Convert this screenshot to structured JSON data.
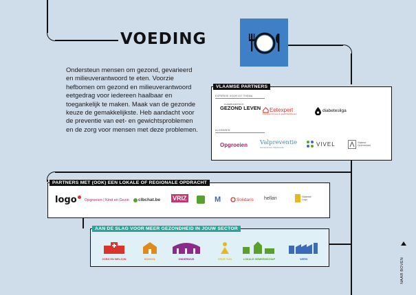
{
  "title": "VOEDING",
  "icon": "plate-fork-knife-icon",
  "intro": "Ondersteun mensen om gezond, gevarieerd en milieuverantwoord te eten. Voorzie hefbomen om gezond en milieuverantwoord eetgedrag voor iedereen haalbaar en toegankelijk te maken. Maak van de gezonde keuze de gemakkelijkste. Heb aandacht voor de preventie van eet- en gewichtsproblemen en de zorg voor mensen met deze problemen.",
  "vlaamse": {
    "label": "VLAAMSE PARTNERS",
    "group1_label": "EXPERISE VOOR DIT THEMA",
    "group2_label": "ALGEMEEN",
    "logos1": [
      "GEZOND LEVEN",
      "Eetexpert",
      "diabetesliga"
    ],
    "gezond_leven_top": "VLAAMS INSTITUUT",
    "eetexpert_sub": "Kenniscentrum eet- en gewichtsproblemen",
    "logos2": [
      "Opgroeien",
      "Valpreventie",
      "VIVEL"
    ],
    "valpreventie_sub": "Kenniscentrum Valpreventie",
    "last_logo": "Vlaamse Ouderenraad"
  },
  "regional": {
    "label": "PARTNERS MET (OOK) EEN LOKALE OF REGIONALE OPDRACHT",
    "logos": [
      "logo",
      "Opgroeien | Kind en Gezin",
      "clbchat.be",
      "VRIZ",
      "M",
      "Solidaris",
      "hellan",
      "Vlaamse Logo"
    ]
  },
  "sector": {
    "label": "AAN DE SLAG VOOR MEER GEZONDHEID IN JOUW SECTOR",
    "items": [
      {
        "label": "ZORG EN WELZIJN",
        "color": "#d9342b"
      },
      {
        "label": "SCHOOL",
        "color": "#e08a1a"
      },
      {
        "label": "ONDERWIJS",
        "color": "#8b2a8a"
      },
      {
        "label": "VRIJE TIJD",
        "color": "#e5b820"
      },
      {
        "label": "LOKALE GEMEENSCHAP",
        "color": "#5aa02c"
      },
      {
        "label": "WERK",
        "color": "#3a6ab8"
      }
    ]
  },
  "side_text": "NAAR BOVEN"
}
